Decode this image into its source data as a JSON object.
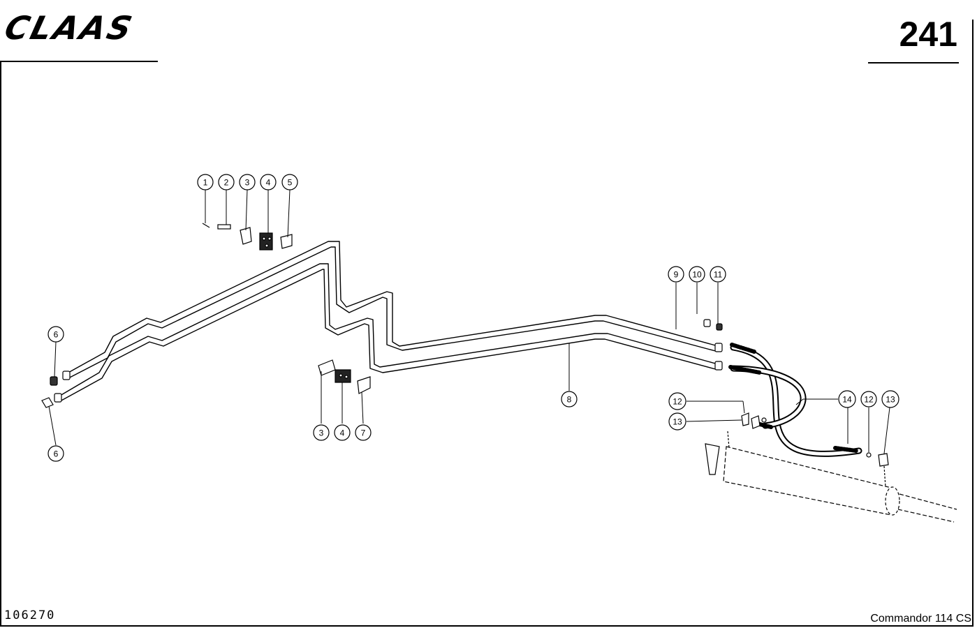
{
  "header": {
    "brand": "CLAAS",
    "page_number": "241"
  },
  "footer": {
    "document_number": "106270",
    "model": "Commandor 114 CS"
  },
  "callouts": [
    "1",
    "2",
    "3",
    "4",
    "5",
    "6",
    "6",
    "3",
    "4",
    "7",
    "8",
    "9",
    "10",
    "11",
    "12",
    "13",
    "14",
    "12",
    "13"
  ]
}
